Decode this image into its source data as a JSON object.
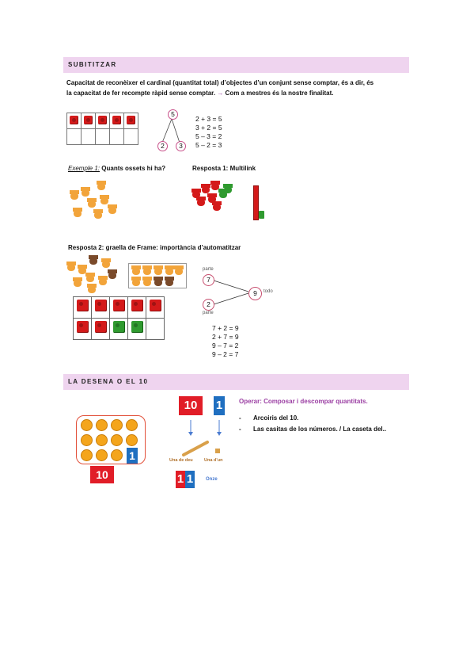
{
  "section1": {
    "heading": "SUBITITZAR"
  },
  "intro": {
    "line1": "Capacitat de reconèixer el cardinal (quantitat total) d’objectes d’un conjunt sense comptar, és a dir, és",
    "line2": "la capacitat de fer recompte ràpid sense comptar.",
    "arrow": "→",
    "line2b": "Com a mestres és la nostre finalitat."
  },
  "number_bond1": {
    "top": "5",
    "left": "2",
    "right": "3"
  },
  "equations1": [
    "2 + 3 = 5",
    "3 + 2 = 5",
    "5 – 3 = 2",
    "5 – 2 = 3"
  ],
  "example1": {
    "label": "Exemple 1:",
    "question": "Quants ossets hi ha?"
  },
  "answer1": "Resposta 1: Multilink",
  "answer2": "Resposta 2: graella de Frame: importància d’automatitzar",
  "number_bond2": {
    "part_label_top": "parte",
    "part_top": "7",
    "part_label_bottom": "parte",
    "part_bottom": "2",
    "total": "9",
    "total_label": "todo"
  },
  "equations2": [
    "7 + 2 = 9",
    "2 + 7 = 9",
    "9 – 7 = 2",
    "9 – 2 = 7"
  ],
  "section2": {
    "heading": "LA DESENA O EL 10"
  },
  "tens": {
    "card_10": "10",
    "card_1": "1",
    "card_10b": "10",
    "card_1b": "1",
    "una_de_deu": "Una de deu",
    "una_dun": "Una d’un",
    "eleven_tens": "1",
    "eleven_ones": "1",
    "onze": "Onze",
    "big_10": "10",
    "big_1": "1"
  },
  "operar": {
    "title": "Operar: Composar i descompar quantitats.",
    "bullets": [
      "Arcoiris del 10.",
      "Las casitas de los números. / La caseta del.."
    ]
  },
  "colors": {
    "band": "#efd4ef",
    "red": "#d41a1a",
    "green": "#2f9a2f",
    "blue": "#1f6fc0",
    "purple": "#9b3fa3"
  }
}
